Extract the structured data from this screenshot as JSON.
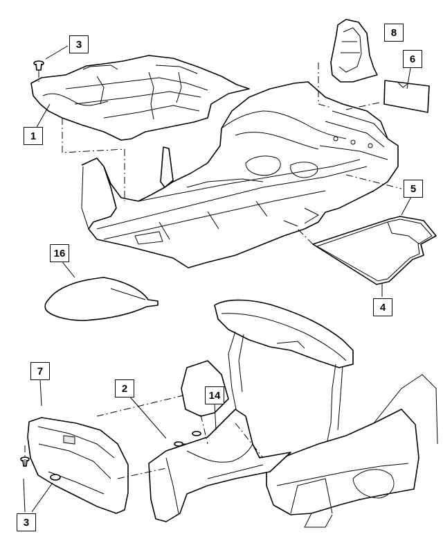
{
  "callouts": {
    "c1": "1",
    "c2": "2",
    "c3_top": "3",
    "c3_bottom": "3",
    "c4": "4",
    "c5": "5",
    "c6": "6",
    "c7": "7",
    "c8": "8",
    "c14": "14",
    "c16": "16"
  }
}
